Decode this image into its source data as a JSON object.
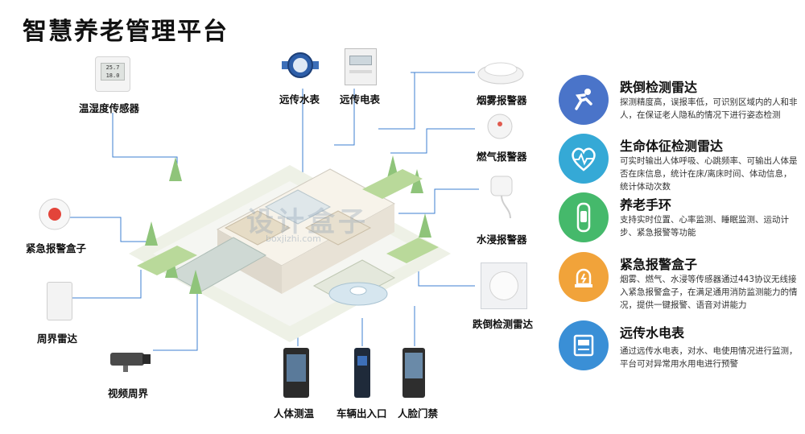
{
  "title": "智慧养老管理平台",
  "watermark": "设计盒子",
  "watermark_sub": "boxjizhi.com",
  "devices": {
    "temp_humidity": "温湿度传感器",
    "water_meter": "远传水表",
    "electric_meter": "远传电表",
    "smoke_alarm": "烟雾报警器",
    "gas_alarm": "燃气报警器",
    "flood_alarm": "水浸报警器",
    "fall_radar": "跌倒检测雷达",
    "emergency_box": "紧急报警盒子",
    "perimeter_radar": "周界雷达",
    "video_perimeter": "视频周界",
    "body_temp": "人体测温",
    "vehicle_gate": "车辆出入口",
    "face_access": "人脸门禁"
  },
  "device_screen": {
    "temp": "25.7",
    "humidity": "18.0"
  },
  "features": [
    {
      "title": "跌倒检测雷达",
      "desc": "探测精度高，误报率低，可识别区域内的人和非人，在保证老人隐私的情况下进行姿态检测",
      "icon": "fall-person-icon",
      "color": "#4a74c9"
    },
    {
      "title": "生命体征检测雷达",
      "desc": "可实时输出人体呼吸、心跳频率、可输出人体是否在床信息，统计在床/离床时间、体动信息，统计体动次数",
      "icon": "heartbeat-icon",
      "color": "#35a9d6"
    },
    {
      "title": "养老手环",
      "desc": "支持实时位置、心率监测、睡眠监测、运动计步、紧急报警等功能",
      "icon": "wristband-icon",
      "color": "#45b96b"
    },
    {
      "title": "紧急报警盒子",
      "desc": "烟雾、燃气、水浸等传感器通过443协议无线接入紧急报警盒子，在满足通用消防监测能力的情况，提供一键报警、语音对讲能力",
      "icon": "alarm-light-icon",
      "color": "#f1a33a"
    },
    {
      "title": "远传水电表",
      "desc": "通过远传水电表，对水、电使用情况进行监测，  平台可对异常用水用电进行预警",
      "icon": "meter-icon",
      "color": "#3a8fd6"
    }
  ]
}
